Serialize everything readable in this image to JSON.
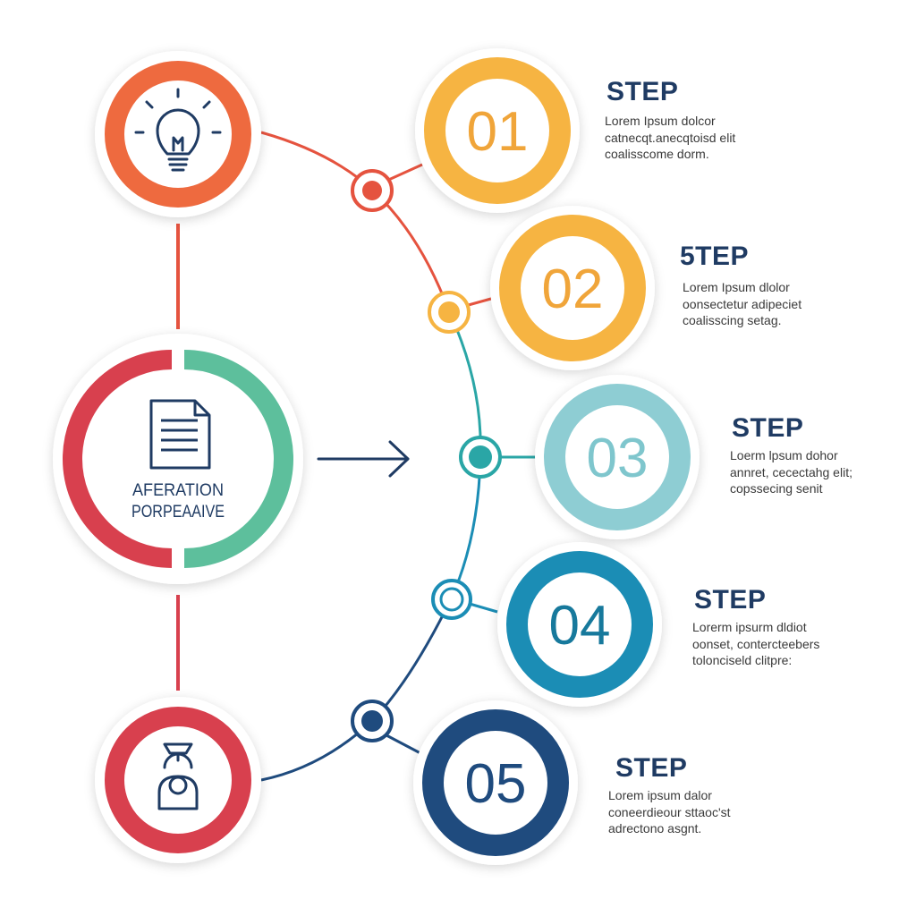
{
  "colors": {
    "orange": "#ee6a3f",
    "amber": "#f6b442",
    "teal_light": "#8ecdd3",
    "teal_mid": "#2aa6a6",
    "blue": "#1b8db5",
    "navy": "#1f4b7e",
    "red": "#d8404e",
    "green": "#5dbf9c",
    "text_dark": "#1f3b63"
  },
  "center": {
    "line1": "AFERATION",
    "line2": "PORPEAAIVE",
    "icon": "document-icon"
  },
  "top_node": {
    "icon": "lightbulb-icon"
  },
  "bottom_node": {
    "icon": "person-icon"
  },
  "arrow": {
    "icon": "arrow-right-icon"
  },
  "steps": [
    {
      "number": "01",
      "title": "STEP",
      "desc": [
        "Lorem Ipsum dolcor",
        "catnecqt.anecqtoisd elit",
        "coalisscome dorm."
      ]
    },
    {
      "number": "02",
      "title": "5TEP",
      "desc": [
        "Lorem Ipsum dlolor",
        "oonsectetur adipeciet",
        "coalisscing setag."
      ]
    },
    {
      "number": "03",
      "title": "STEP",
      "desc": [
        "Loerm lpsum dohor",
        "annret, cecectahg elit;",
        "copssecing senit"
      ]
    },
    {
      "number": "04",
      "title": "STEP",
      "desc": [
        "Lorerm ipsurm dldiot",
        "oonset, contercteebers",
        "tolonciseld clitpre:"
      ]
    },
    {
      "number": "05",
      "title": "STEP",
      "desc": [
        "Lorem ipsum dalor",
        "coneerdieour sttaoc'st",
        "adrectono asgnt."
      ]
    }
  ]
}
